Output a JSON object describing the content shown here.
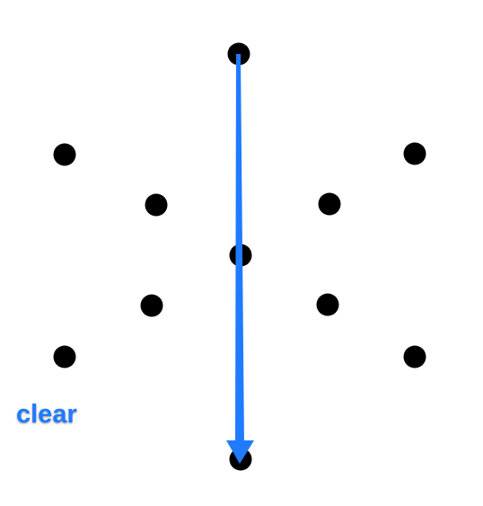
{
  "colors": {
    "background": "#ffffff",
    "dot": "#000000",
    "arrow": "#1f7bff",
    "clear_text": "#1f7bff"
  },
  "controls": {
    "clear_label": "clear"
  },
  "dot_grid": {
    "dot_count": 11
  },
  "drawn_path": {
    "type": "arrow",
    "from_dot": "top-center",
    "to_dot": "bottom-center"
  }
}
